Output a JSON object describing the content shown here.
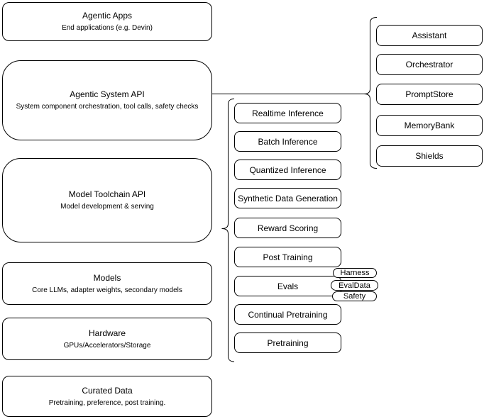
{
  "diagram": {
    "background_color": "#ffffff",
    "stroke_color": "#000000",
    "left_stack": [
      {
        "title": "Agentic Apps",
        "subtitle": "End applications (e.g. Devin)"
      },
      {
        "title": "Agentic System API",
        "subtitle": "System component orchestration, tool calls, safety checks"
      },
      {
        "title": "Model Toolchain API",
        "subtitle": "Model development & serving"
      },
      {
        "title": "Models",
        "subtitle": "Core LLMs, adapter weights, secondary models"
      },
      {
        "title": "Hardware",
        "subtitle": "GPUs/Accelerators/Storage"
      },
      {
        "title": "Curated Data",
        "subtitle": "Pretraining, preference, post training."
      }
    ],
    "toolchain_items": [
      "Realtime Inference",
      "Batch Inference",
      "Quantized Inference",
      "Synthetic Data Generation",
      "Reward Scoring",
      "Post Training",
      "Evals",
      "Continual Pretraining",
      "Pretraining"
    ],
    "evals_tags": [
      "Harness",
      "EvalData",
      "Safety"
    ],
    "system_items": [
      "Assistant",
      "Orchestrator",
      "PromptStore",
      "MemoryBank",
      "Shields"
    ]
  }
}
